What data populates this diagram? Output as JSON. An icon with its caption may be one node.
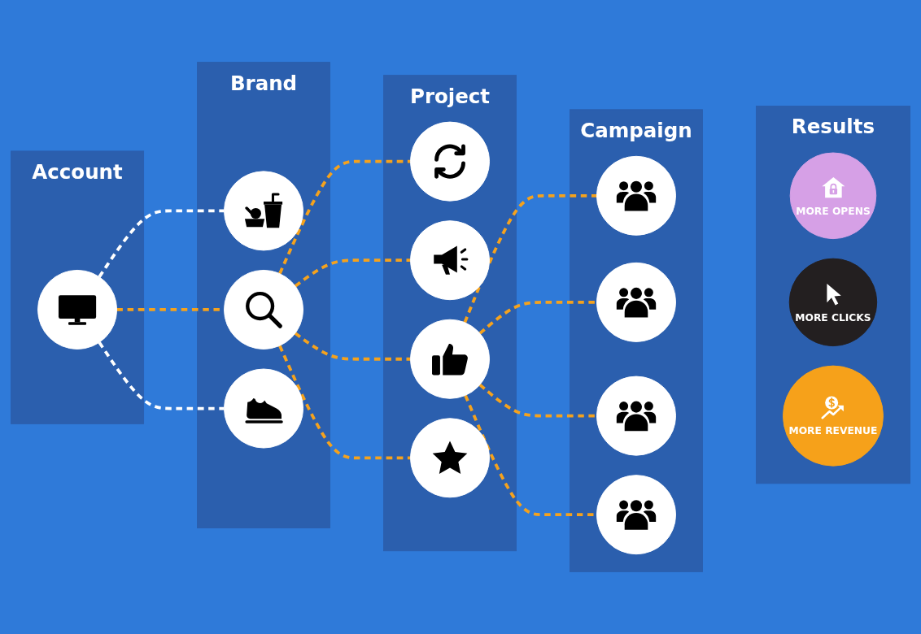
{
  "diagram": {
    "nodes": [
      {
        "text": [
          "Account"
        ]
      },
      {
        "text": [],
        "shape": "circle",
        "in": 0
      },
      {
        "text": [
          "Brand"
        ]
      },
      {
        "text": [],
        "shape": "circle",
        "in": 2
      },
      {
        "text": [],
        "shape": "circle",
        "in": 2
      },
      {
        "text": [],
        "shape": "circle",
        "in": 2
      },
      {
        "text": [
          "Project"
        ]
      },
      {
        "text": [],
        "shape": "circle",
        "in": 6
      },
      {
        "text": [],
        "shape": "circle",
        "in": 6
      },
      {
        "text": [],
        "shape": "circle",
        "in": 6
      },
      {
        "text": [],
        "shape": "circle",
        "in": 6
      },
      {
        "text": [
          "Campaign"
        ]
      },
      {
        "text": [],
        "shape": "circle",
        "in": 11
      },
      {
        "text": [],
        "shape": "circle",
        "in": 11
      },
      {
        "text": [],
        "shape": "circle",
        "in": 11
      },
      {
        "text": [],
        "shape": "circle",
        "in": 11
      },
      {
        "text": [
          "Results"
        ]
      },
      {
        "text": [
          "MORE OPENS"
        ],
        "in": 16
      },
      {
        "text": [
          "MORE CLICKS"
        ],
        "in": 16
      },
      {
        "text": [
          "MORE REVENUE"
        ],
        "in": 16
      }
    ],
    "edges": [
      {
        "from": 1,
        "to": 3,
        "arrow": "none",
        "style": "dashed",
        "color": "#ffffff"
      },
      {
        "from": 1,
        "to": 4,
        "arrow": "none",
        "style": "dashed"
      },
      {
        "from": 1,
        "to": 5,
        "arrow": "none",
        "style": "dashed",
        "color": "#ffffff"
      },
      {
        "from": 4,
        "to": 7,
        "arrow": "none",
        "style": "dashed"
      },
      {
        "from": 4,
        "to": 8,
        "arrow": "none",
        "style": "dashed"
      },
      {
        "from": 4,
        "to": 9,
        "arrow": "none",
        "style": "dashed"
      },
      {
        "from": 4,
        "to": 10,
        "arrow": "none",
        "style": "dashed"
      },
      {
        "from": 9,
        "to": 12,
        "arrow": "none",
        "style": "dashed"
      },
      {
        "from": 9,
        "to": 13,
        "arrow": "none",
        "style": "dashed"
      },
      {
        "from": 9,
        "to": 14,
        "arrow": "none",
        "style": "dashed"
      },
      {
        "from": 9,
        "to": 15,
        "arrow": "none",
        "style": "dashed"
      }
    ]
  }
}
